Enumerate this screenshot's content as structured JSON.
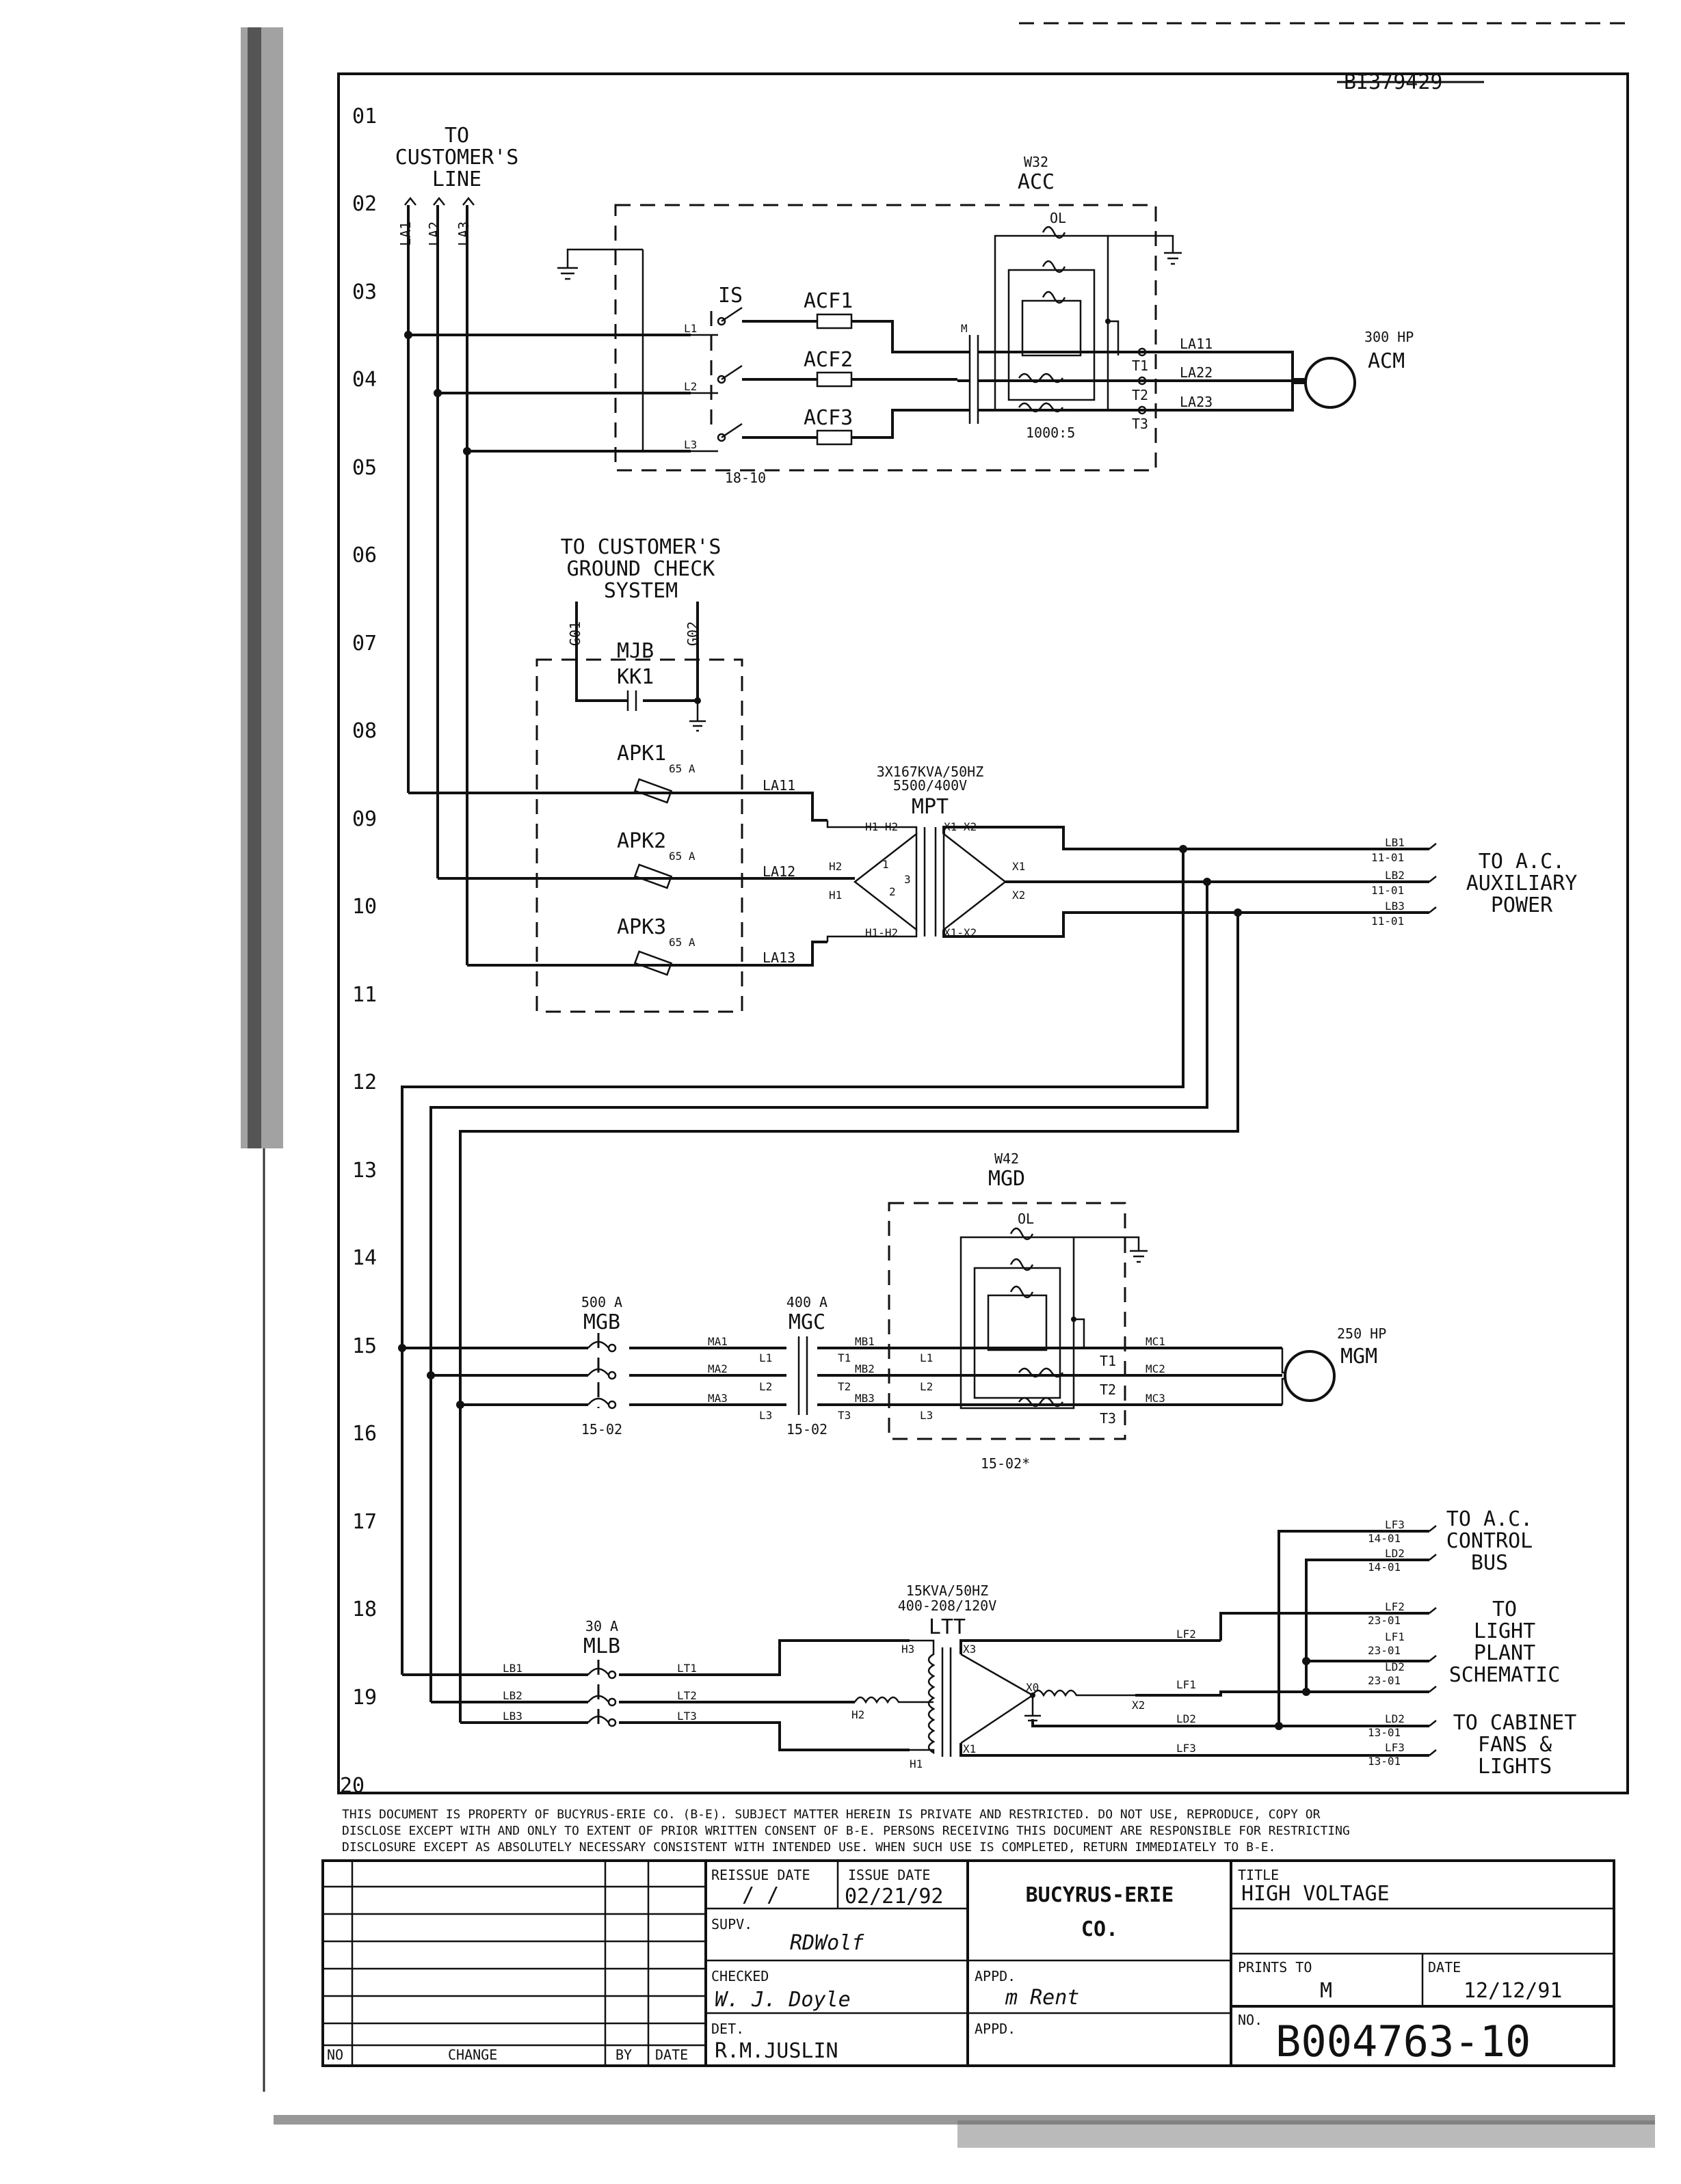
{
  "doc_id_struck": "BI379429",
  "row_numbers": [
    "01",
    "02",
    "03",
    "04",
    "05",
    "06",
    "07",
    "08",
    "09",
    "10",
    "11",
    "12",
    "13",
    "14",
    "15",
    "16",
    "17",
    "18",
    "19",
    "20"
  ],
  "customer_line": {
    "line1": "TO",
    "line2": "CUSTOMER'S",
    "line3": "LINE",
    "taps": [
      "LA1",
      "LA2",
      "LA3"
    ]
  },
  "acc": {
    "code": "W32",
    "name": "ACC",
    "ol": "OL",
    "ratio": "1000:5",
    "ref": "18-10",
    "m": "M"
  },
  "isolator": {
    "label": "IS",
    "l1": "L1",
    "l2": "L2",
    "l3": "L3"
  },
  "acf": [
    "ACF1",
    "ACF2",
    "ACF3"
  ],
  "acm": {
    "hp": "300 HP",
    "name": "ACM",
    "terminals": [
      "T1",
      "T2",
      "T3"
    ],
    "leads": [
      "LA11",
      "LA22",
      "LA23"
    ]
  },
  "ground_check": {
    "line1": "TO CUSTOMER'S",
    "line2": "GROUND CHECK",
    "line3": "SYSTEM",
    "g1": "G01",
    "g2": "G02",
    "mjb": "MJB",
    "kk1": "KK1"
  },
  "apk": [
    {
      "name": "APK1",
      "rating": "65 A",
      "lead": "LA11"
    },
    {
      "name": "APK2",
      "rating": "65 A",
      "lead": "LA12"
    },
    {
      "name": "APK3",
      "rating": "65 A",
      "lead": "LA13"
    }
  ],
  "mpt": {
    "rating1": "3X167KVA/50HZ",
    "rating2": "5500/400V",
    "name": "MPT",
    "h1h2_top": "H1-H2",
    "h1h2_bot": "H1-H2",
    "x1x2_top": "X1-X2",
    "x1x2_bot": "X1-X2",
    "h2": "H2",
    "h1": "H1",
    "x1": "X1",
    "x2": "X2",
    "n1": "1",
    "n2": "2",
    "n3": "3"
  },
  "aux_power": {
    "line1": "TO A.C.",
    "line2": "AUXILIARY",
    "line3": "POWER",
    "leads": [
      {
        "lb": "LB1",
        "ref": "11-01"
      },
      {
        "lb": "LB2",
        "ref": "11-01"
      },
      {
        "lb": "LB3",
        "ref": "11-01"
      }
    ]
  },
  "mgd": {
    "code": "W42",
    "name": "MGD",
    "ol": "OL",
    "ref": "15-02*"
  },
  "mgb": {
    "rating": "500 A",
    "name": "MGB",
    "ref": "15-02",
    "leads": [
      "MA1",
      "MA2",
      "MA3"
    ]
  },
  "mgc": {
    "rating": "400 A",
    "name": "MGC",
    "ref": "15-02",
    "in": [
      "L1",
      "L2",
      "L3"
    ],
    "out": [
      "T1",
      "T2",
      "T3"
    ],
    "leads": [
      "MB1",
      "MB2",
      "MB3"
    ]
  },
  "mgd_terms": {
    "in": [
      "L1",
      "L2",
      "L3"
    ],
    "out": [
      "T1",
      "T2",
      "T3"
    ]
  },
  "mgm": {
    "hp": "250 HP",
    "name": "MGM",
    "leads": [
      "MC1",
      "MC2",
      "MC3"
    ]
  },
  "control_bus": {
    "line1": "TO A.C.",
    "line2": "CONTROL",
    "line3": "BUS",
    "leads": [
      {
        "lb": "LF3",
        "ref": "14-01"
      },
      {
        "lb": "LD2",
        "ref": "14-01"
      }
    ]
  },
  "ltt": {
    "rating1": "15KVA/50HZ",
    "rating2": "400-208/120V",
    "name": "LTT",
    "h1": "H1",
    "h2": "H2",
    "h3": "H3",
    "x0": "X0",
    "x1": "X1",
    "x2": "X2",
    "x3": "X3"
  },
  "mlb": {
    "rating": "30 A",
    "name": "MLB",
    "in": [
      "LB1",
      "LB2",
      "LB3"
    ],
    "out": [
      "LT1",
      "LT2",
      "LT3"
    ]
  },
  "light_plant": {
    "line1": "TO",
    "line2": "LIGHT",
    "line3": "PLANT",
    "line4": "SCHEMATIC",
    "leads": [
      {
        "lb": "LF2",
        "ref": "23-01"
      },
      {
        "lb": "LF1",
        "ref": "23-01"
      },
      {
        "lb": "LD2",
        "ref": "23-01"
      }
    ]
  },
  "cabinet": {
    "line1": "TO CABINET",
    "line2": "FANS &",
    "line3": "LIGHTS",
    "leads": [
      {
        "lb": "LD2",
        "ref": "13-01"
      },
      {
        "lb": "LF3",
        "ref": "13-01"
      }
    ]
  },
  "ltt_leads": [
    "LF2",
    "LF1",
    "LD2",
    "LF3"
  ],
  "notice": {
    "line1": "THIS DOCUMENT IS PROPERTY OF BUCYRUS-ERIE CO. (B-E). SUBJECT MATTER HEREIN IS PRIVATE AND RESTRICTED. DO NOT USE, REPRODUCE, COPY OR",
    "line2": "DISCLOSE EXCEPT WITH AND ONLY TO EXTENT OF PRIOR WRITTEN CONSENT OF B-E. PERSONS RECEIVING THIS DOCUMENT ARE RESPONSIBLE FOR RESTRICTING",
    "line3": "DISCLOSURE EXCEPT AS ABSOLUTELY NECESSARY CONSISTENT WITH INTENDED USE. WHEN SUCH USE IS COMPLETED, RETURN IMMEDIATELY TO B-E."
  },
  "title_block": {
    "col_no": "NO",
    "col_change": "CHANGE",
    "col_by": "BY",
    "col_date": "DATE",
    "reissue_label": "REISSUE DATE",
    "reissue_value": "/   /",
    "issue_label": "ISSUE DATE",
    "issue_value": "02/21/92",
    "company_line1": "BUCYRUS-ERIE",
    "company_line2": "CO.",
    "title_label": "TITLE",
    "title_value": "HIGH VOLTAGE",
    "supv_label": "SUPV.",
    "supv_sig": "RDWolf",
    "checked_label": "CHECKED",
    "checked_sig": "W. J. Doyle",
    "appd1_label": "APPD.",
    "appd1_sig": "m Rent",
    "appd2_label": "APPD.",
    "det_label": "DET.",
    "det_value": "R.M.JUSLIN",
    "prints_label": "PRINTS TO",
    "prints_value": "M",
    "date_label": "DATE",
    "date_value": "12/12/91",
    "no_label": "NO.",
    "no_value": "B004763-10"
  }
}
